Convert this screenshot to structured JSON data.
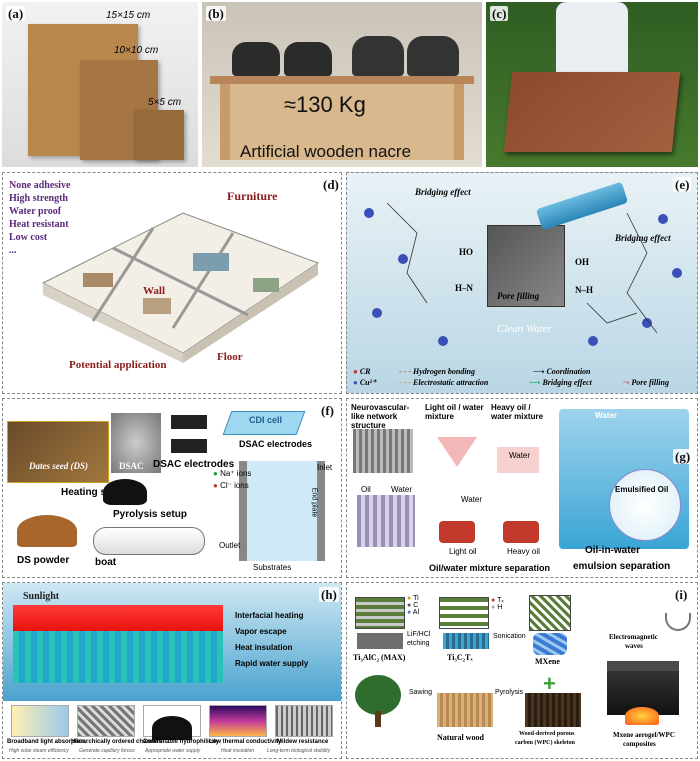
{
  "panels": {
    "a": {
      "label": "(a)",
      "sizes": [
        "15×15 cm",
        "10×10 cm",
        "5×5 cm"
      ]
    },
    "b": {
      "label": "(b)",
      "weight": "≈130 Kg",
      "caption": "Artificial wooden nacre"
    },
    "c": {
      "label": "(c)"
    },
    "d": {
      "label": "(d)",
      "features": [
        "None adhesive",
        "High strength",
        "Water proof",
        "Heat resistant",
        "Low cost",
        "..."
      ],
      "callouts": {
        "furniture": "Furniture",
        "wall": "Wall",
        "floor": "Floor",
        "application": "Potential application"
      }
    },
    "e": {
      "label": "(e)",
      "bridging_left": "Bridging effect",
      "bridging_right": "Bridging effect",
      "pore_filling": "Pore filling",
      "clean_water": "Clean Water",
      "groups": {
        "ho": "HO",
        "hn": "H–N",
        "oh": "OH",
        "nh": "N–H"
      },
      "legend": {
        "cr": "CR",
        "cu": "Cu²⁺",
        "hbond": "Hydrogen bonding",
        "electrostatic": "Electrostatic attraction",
        "coordination": "Coordination",
        "bridging": "Bridging effect",
        "pore": "Pore filling"
      }
    },
    "f": {
      "label": "(f)",
      "dates_seed": "Dates seed (DS)",
      "dsac": "DSAC",
      "dsac_electrodes": "DSAC electrodes",
      "cdi_cell": "CDI cell",
      "dsac_electrodes_2": "DSAC electrodes",
      "heating": "Heating system",
      "pyrolysis": "Pyrolysis setup",
      "ds_powder": "DS powder",
      "boat": "boat",
      "na_ions": "Na⁺ ions",
      "cl_ions": "Cl⁻ ions",
      "inlet": "Inlet",
      "outlet": "Outlet",
      "end_plate": "End plate",
      "substrates": "Substrates"
    },
    "g": {
      "label": "(g)",
      "neuro": "Neurovascular-like network structure",
      "light_mix": "Light oil / water mixture",
      "heavy_mix": "Heavy oil / water mixture",
      "water_top": "Water",
      "oil": "Oil",
      "water": "Water",
      "water_b": "Water",
      "water_c": "Water",
      "light_oil": "Light oil",
      "heavy_oil": "Heavy oil",
      "emulsified": "Emulsified Oil",
      "sep": "Oil/water mixture separation",
      "oiw": "Oil-in-water",
      "emul_sep": "emulsion separation"
    },
    "h": {
      "label": "(h)",
      "sunlight": "Sunlight",
      "items": [
        "Interfacial heating",
        "Vapor escape",
        "Heat insulation",
        "Rapid water supply"
      ],
      "thumbs": [
        {
          "title": "Broadband light absorption",
          "sub": "High solar steam efficiency"
        },
        {
          "title": "Hierarchically ordered channels",
          "sub": "Generate capillary forces"
        },
        {
          "title": "Controllable hydrophilicity",
          "sub": "Appropriate water supply"
        },
        {
          "title": "Low thermal conductivity",
          "sub": "Heat insulation"
        },
        {
          "title": "Mildew resistance",
          "sub": "Long-term biological stability"
        }
      ]
    },
    "i": {
      "label": "(i)",
      "elements": [
        "Ti",
        "C",
        "Al"
      ],
      "terms": [
        "Tₓ",
        "H"
      ],
      "max": "Ti₃AlC₂ (MAX)",
      "etch1": "LiF/HCl",
      "etch2": "etching",
      "ti3c2": "Ti₃C₂Tₓ",
      "sonication": "Sonication",
      "mxene": "MXene",
      "em1": "Electromagnetic",
      "em2": "waves",
      "sawing": "Sawing",
      "pyrolysis": "Pyrolysis",
      "natural_wood": "Natural wood",
      "wpc1": "Wood-derived porous",
      "wpc2": "carbon (WPC) skeleton",
      "comp1": "Mxene aerogel/WPC",
      "comp2": "composites"
    }
  }
}
